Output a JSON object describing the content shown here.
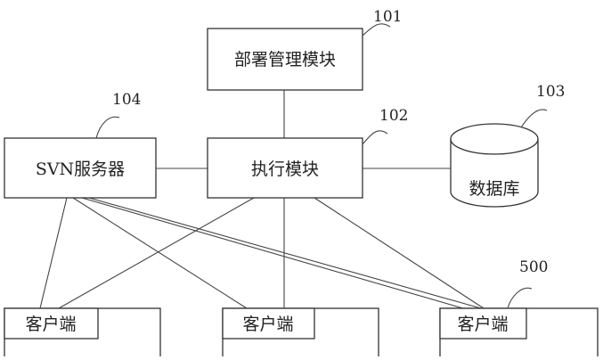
{
  "diagram": {
    "nodes": {
      "deploy_module": {
        "label": "部署管理模块",
        "ref": "101"
      },
      "exec_module": {
        "label": "执行模块",
        "ref": "102"
      },
      "database": {
        "label": "数据库",
        "ref": "103"
      },
      "svn_server": {
        "label": "SVN服务器",
        "ref": "104"
      },
      "client_1": {
        "label": "客户端"
      },
      "client_2": {
        "label": "客户端"
      },
      "client_3": {
        "label": "客户端",
        "ref": "500"
      }
    }
  }
}
